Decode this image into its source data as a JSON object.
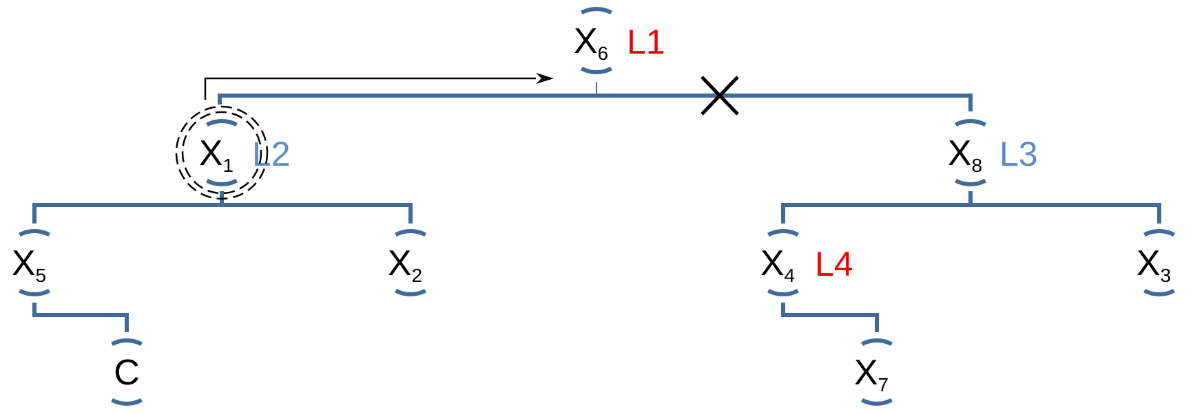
{
  "colors": {
    "branch": "#41699a",
    "label_red": "#ee0000",
    "label_blue": "#5b8cc6",
    "text": "#000000"
  },
  "nodes": [
    {
      "id": "x6",
      "var": "X",
      "sub": "6",
      "label": "L1",
      "label_color": "#ee0000"
    },
    {
      "id": "x1",
      "var": "X",
      "sub": "1",
      "label": "L2",
      "label_color": "#5b8cc6"
    },
    {
      "id": "x8",
      "var": "X",
      "sub": "8",
      "label": "L3",
      "label_color": "#5b8cc6"
    },
    {
      "id": "x5",
      "var": "X",
      "sub": "5",
      "label": "",
      "label_color": ""
    },
    {
      "id": "x2",
      "var": "X",
      "sub": "2",
      "label": "",
      "label_color": ""
    },
    {
      "id": "x4",
      "var": "X",
      "sub": "4",
      "label": "L4",
      "label_color": "#ee0000"
    },
    {
      "id": "x3",
      "var": "X",
      "sub": "3",
      "label": "",
      "label_color": ""
    },
    {
      "id": "c",
      "var": "C",
      "sub": "",
      "label": "",
      "label_color": ""
    },
    {
      "id": "x7",
      "var": "X",
      "sub": "7",
      "label": "",
      "label_color": ""
    }
  ],
  "edges": [
    {
      "parent": "x6",
      "children": [
        "x1",
        "x8"
      ]
    },
    {
      "parent": "x1",
      "children": [
        "x5",
        "x2"
      ]
    },
    {
      "parent": "x8",
      "children": [
        "x4",
        "x3"
      ]
    },
    {
      "parent": "x5",
      "children": [
        "c"
      ]
    },
    {
      "parent": "x4",
      "children": [
        "x7"
      ]
    }
  ],
  "annotations": {
    "highlighted_node": "x1",
    "move_target": "x6",
    "cut_marker": "cross-mark-icon"
  }
}
